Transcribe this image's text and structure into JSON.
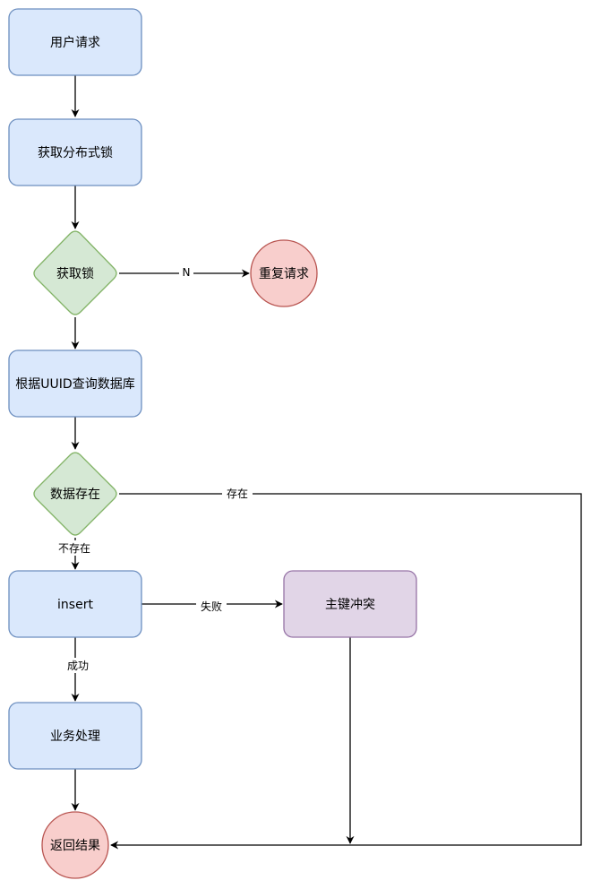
{
  "nodes": {
    "user_request": "用户请求",
    "acquire_lock": "获取分布式锁",
    "lock_decision": "获取锁",
    "repeat_request": "重复请求",
    "query_db": "根据UUID查询数据库",
    "data_exists": "数据存在",
    "insert": "insert",
    "pk_conflict": "主键冲突",
    "business": "业务处理",
    "return_result": "返回结果"
  },
  "edges": {
    "lock_no": "N",
    "exists_yes": "存在",
    "exists_no": "不存在",
    "insert_fail": "失败",
    "insert_success": "成功"
  },
  "colors": {
    "process_fill": "#dae8fc",
    "process_stroke": "#6c8ebf",
    "decision_fill": "#d5e8d4",
    "decision_stroke": "#82b366",
    "terminal_fill": "#f8cecc",
    "terminal_stroke": "#b85450",
    "conflict_fill": "#e1d5e7",
    "conflict_stroke": "#9673a6",
    "line": "#000000"
  }
}
